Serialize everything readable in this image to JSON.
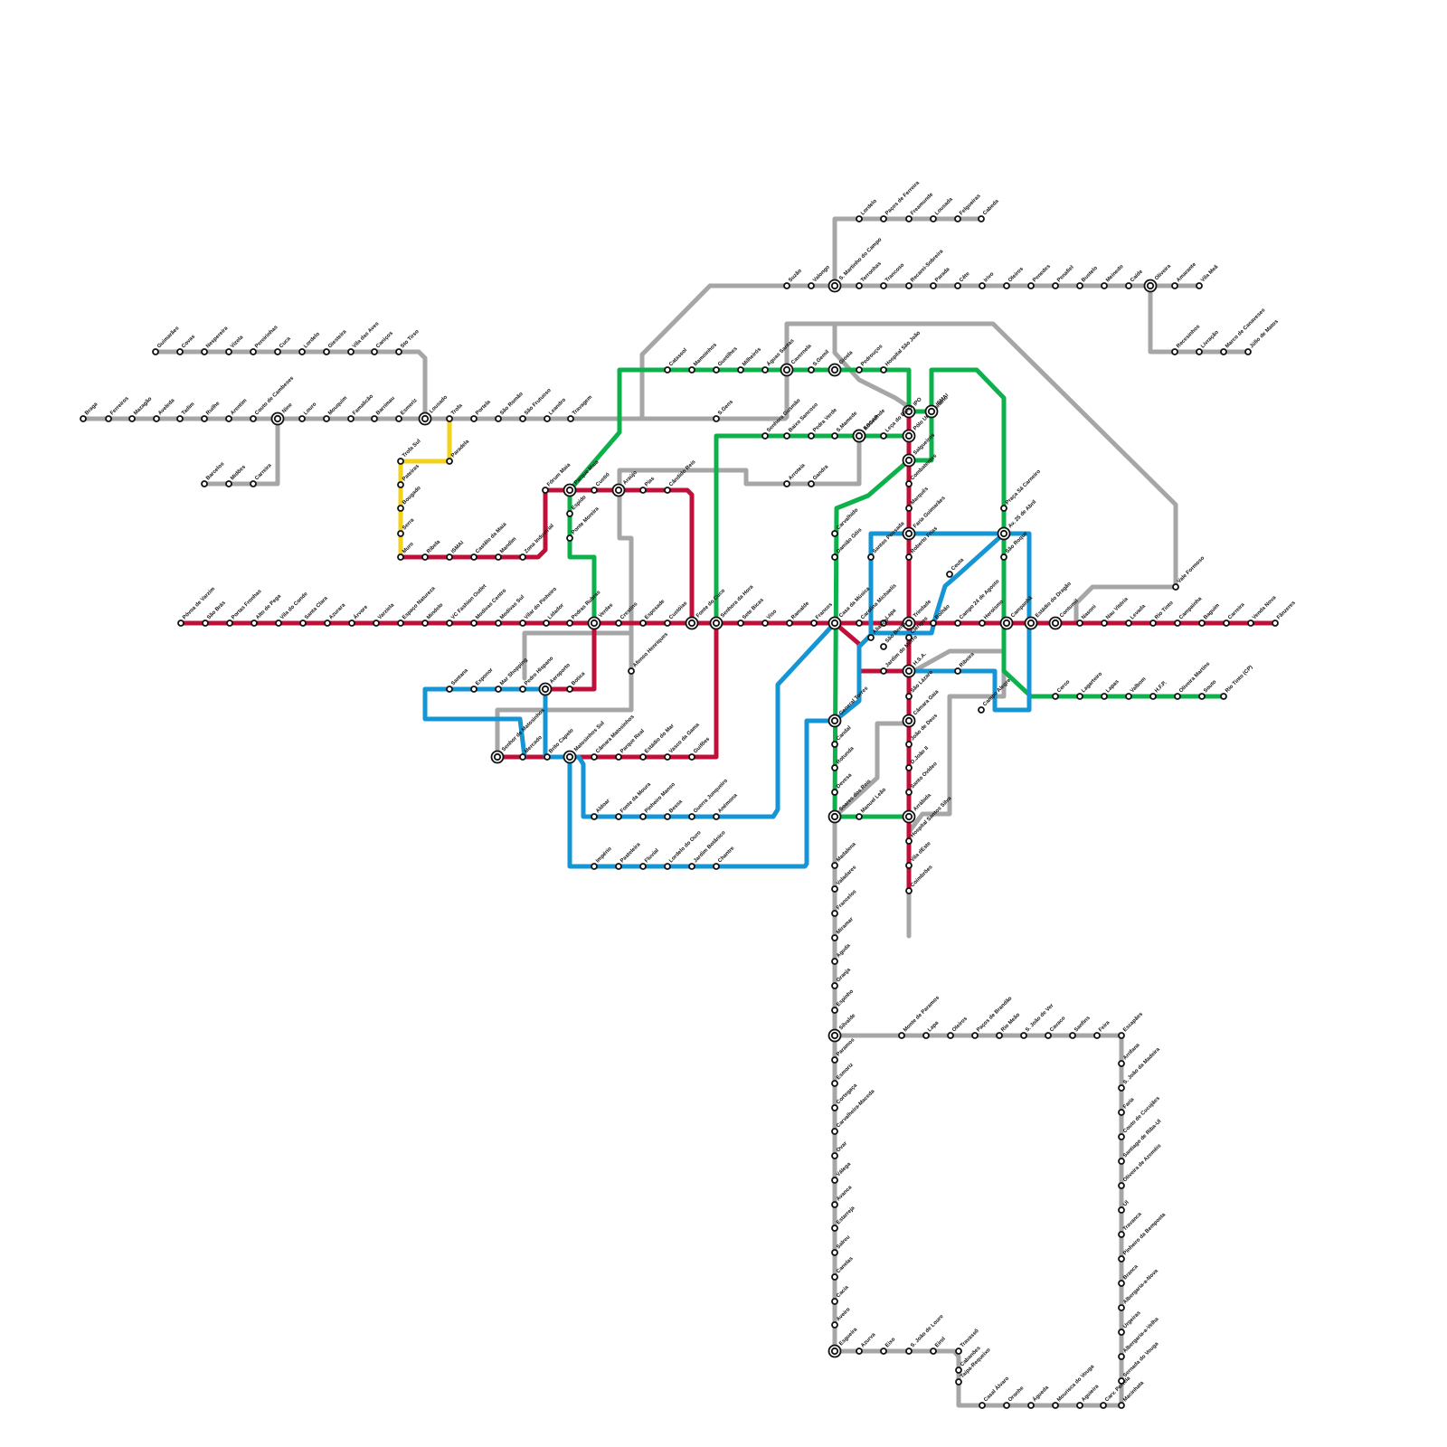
{
  "map": {
    "line_colors": {
      "gray": "#a6a6a6",
      "red": "#c0103a",
      "green": "#0db14b",
      "blue": "#1496d4",
      "yellow": "#f2d21b"
    },
    "stations": [
      "Braga",
      "Ferreiros",
      "Mazagão",
      "Aveleda",
      "Tadim",
      "Ruilhe",
      "Arentim",
      "Couto de Cambeses",
      "Nine",
      "Louro",
      "Mouquim",
      "Famalicão",
      "Barrimau",
      "Esmeriz",
      "Lousado",
      "Trofa",
      "Portela",
      "São Romão",
      "São Frutuoso",
      "Leandro",
      "Travagem",
      "Guimarães",
      "Covas",
      "Nespereira",
      "Vizela",
      "Pereirinhas",
      "Cuca",
      "Lordelo",
      "Giesteira",
      "Vila das Aves",
      "Caniços",
      "Sto Tirso",
      "Barcelos",
      "Midões",
      "Carreira",
      "Trofa Sul",
      "Paradela",
      "Pateiras",
      "Bougado",
      "Serra",
      "Muro",
      "Ribela",
      "ISMAI",
      "Castêlo da Maia",
      "Mandim",
      "Zona Industrial",
      "Fórum Maia",
      "Parque Maia",
      "Custió",
      "Araújo",
      "Pias",
      "Cândido Reis",
      "Espido",
      "Ponte Moreira",
      "Póvoa de Varzim",
      "São Brás",
      "Portas Fronhas",
      "Alto de Pega",
      "Vila do Conde",
      "Santa Clara",
      "Azurara",
      "Árvore",
      "Varziela",
      "Espaço Natureza",
      "Mindelo",
      "VC Fashion Outlet",
      "Modivas Centro",
      "Modivas Sul",
      "Vilar do Pinheiro",
      "Lidador",
      "Pedras Rubras",
      "Verdes",
      "Crestins",
      "Esposade",
      "Custóias",
      "Fonte do Cuco",
      "Senhora da Hora",
      "Sete Bicas",
      "Viso",
      "Ramalde",
      "Francos",
      "Casa da Música",
      "Carolina Michaelis",
      "Lapa",
      "Trindade",
      "Bolhão",
      "Campo 24 de Agosto",
      "Heroísmo",
      "Campanhã",
      "Estádio do Dragão",
      "Contumil",
      "Nasoni",
      "Nau Vitória",
      "Levada",
      "Rio Tinto",
      "Campainha",
      "Baguim",
      "Carreira",
      "Venda Nova",
      "Fânzeres",
      "Santana",
      "Exponor",
      "Mar Shopping",
      "Pedro Hispano",
      "Aeroporto",
      "Botica",
      "Senhor de Matosinhos",
      "Mercado",
      "Brito Capelo",
      "Matosinhos Sul",
      "Câmara Matosinhos",
      "Parque Real",
      "Estádio do Mar",
      "Vasco da Gama",
      "Guifões",
      "Afonso Henriques",
      "Aldoar",
      "Fonte da Moura",
      "Pinheiro Manso",
      "Bessa",
      "Guerra Junqueiro",
      "Anémona",
      "Império",
      "Pasteleira",
      "Fluvial",
      "Lordelo do Ouro",
      "Jardim Botânico",
      "Chantre",
      "Catassol",
      "Mamoinhos",
      "Guetilhes",
      "Milheirós",
      "Águas Santas",
      "Cavernela",
      "S.Gemil",
      "Gioela",
      "Pedrouços",
      "Hospital São João",
      "IPO",
      "Pólo Universitário",
      "Salgueiros",
      "Combatentes",
      "Marquês",
      "Faria Guimarães",
      "Roberto Frias",
      "ISMAI",
      "Ermesinde",
      "S.Gens",
      "Senhora Gusmão",
      "Baixo Sancoso",
      "Pedra Verde",
      "S.Mamede",
      "ASCAP",
      "Leça do Balio",
      "Arroteia",
      "Gandra",
      "Lordelo",
      "Paços de Ferreira",
      "Freamunde",
      "Lousada",
      "Felgueiras",
      "Cabeda",
      "Suzão",
      "Valongo",
      "S. Martinho do Campo",
      "Terronhas",
      "Trancoso",
      "Recarei-Sobreira",
      "Parada",
      "Cête",
      "Irivo",
      "Oleiros",
      "Penedes",
      "Penafiel",
      "Bustelo",
      "Meinedo",
      "Caíde",
      "Oliveira",
      "Amarante",
      "Vila Meã",
      "Recesinhos",
      "Livração",
      "Marco de Canaveses",
      "Júlio de Matos",
      "Praça Sá Carneiro",
      "Av. 25 de Abril",
      "São Roque",
      "Cerco",
      "Lagarteiro",
      "Lapas",
      "Valbom",
      "H.F.P.",
      "Oliveira Martins",
      "Souto",
      "Rio Tinto (CP)",
      "Vale Formoso",
      "Carvalhido",
      "Damião Góis",
      "Santos Pousada",
      "Ceuta",
      "Aliados",
      "Clérigos",
      "São Bento",
      "H.S.A.",
      "Jardim do Morro",
      "São Lázaro",
      "Ribeira",
      "Campo Alegre",
      "General Torres",
      "Câmara Gaia",
      "João de Deus",
      "D.João II",
      "Santo Ovídeo",
      "Arrábida",
      "Candal",
      "Rotunda",
      "Devesa",
      "Soares dos Reis",
      "Manuel Leão",
      "Hospital Santos Silva",
      "Vila dEste",
      "Coimbrões",
      "Madalena",
      "Valadares",
      "Francelos",
      "Miramar",
      "Aguda",
      "Granja",
      "Espinho",
      "Silvalde",
      "Paramos",
      "Esmoriz",
      "Cortegaça",
      "Carvalheira-Maceda",
      "Ovar",
      "Válega",
      "Avanca",
      "Estarreja",
      "Salreu",
      "Canelas",
      "Cacia",
      "Aveiro",
      "Esgueira",
      "Azurva",
      "Eixo",
      "S. João de Loure",
      "Eirol",
      "Travassô",
      "Taipa-Requeixo",
      "Cabanões",
      "Casal Álvaro",
      "Oronhe",
      "Águeda",
      "Mourisca do Vouga",
      "Aguieira",
      "Carv. Portela",
      "Macinhata",
      "Sernada do Vouga",
      "Albergaria-a-Velha",
      "Urgeiras",
      "Albergaria-a-Nova",
      "Branca",
      "Pinheiro da Bemposta",
      "Travanca",
      "Ul",
      "Oliveira de Azeméis",
      "Santiago de Riba-Ul",
      "Couto de Cucujães",
      "Faria",
      "S. João da Madeira",
      "Arrifana",
      "Escapães",
      "Feira",
      "Sanfins",
      "Cavaco",
      "S. João de Ver",
      "Rio Meão",
      "Paços de Brandão",
      "Oleiros",
      "Lapa",
      "Monte de Paramos"
    ]
  }
}
